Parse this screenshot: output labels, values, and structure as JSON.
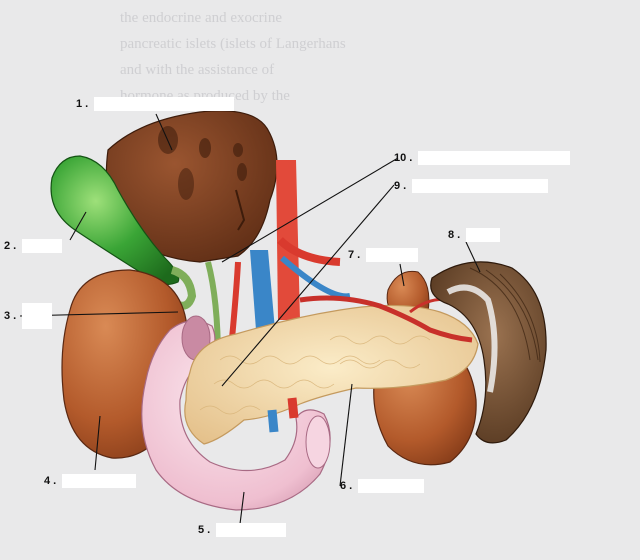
{
  "background_text": {
    "lines": [
      "the endocrine and exocrine",
      "pancreatic islets (islets of Langerhans",
      "and with the assistance of",
      "hormone as produced by the"
    ]
  },
  "labels": [
    {
      "id": "1",
      "text": "1 ."
    },
    {
      "id": "2",
      "text": "2 ."
    },
    {
      "id": "3",
      "text": "3 ."
    },
    {
      "id": "4",
      "text": "4 ."
    },
    {
      "id": "5",
      "text": "5 ."
    },
    {
      "id": "6",
      "text": "6 ."
    },
    {
      "id": "7",
      "text": "7 ."
    },
    {
      "id": "8",
      "text": "8 ."
    },
    {
      "id": "9",
      "text": "9 ."
    },
    {
      "id": "10",
      "text": "10 ."
    }
  ],
  "colors": {
    "liver": "#7a3d1f",
    "gallbladder": "#2f9a2a",
    "kidney": "#b85a2c",
    "duodenum": "#f1c7d6",
    "pancreas": "#f3d9a8",
    "spleen": "#6b4a2e",
    "artery": "#d93a2e",
    "vein": "#3a86c8",
    "bile_duct": "#7fae5a"
  }
}
